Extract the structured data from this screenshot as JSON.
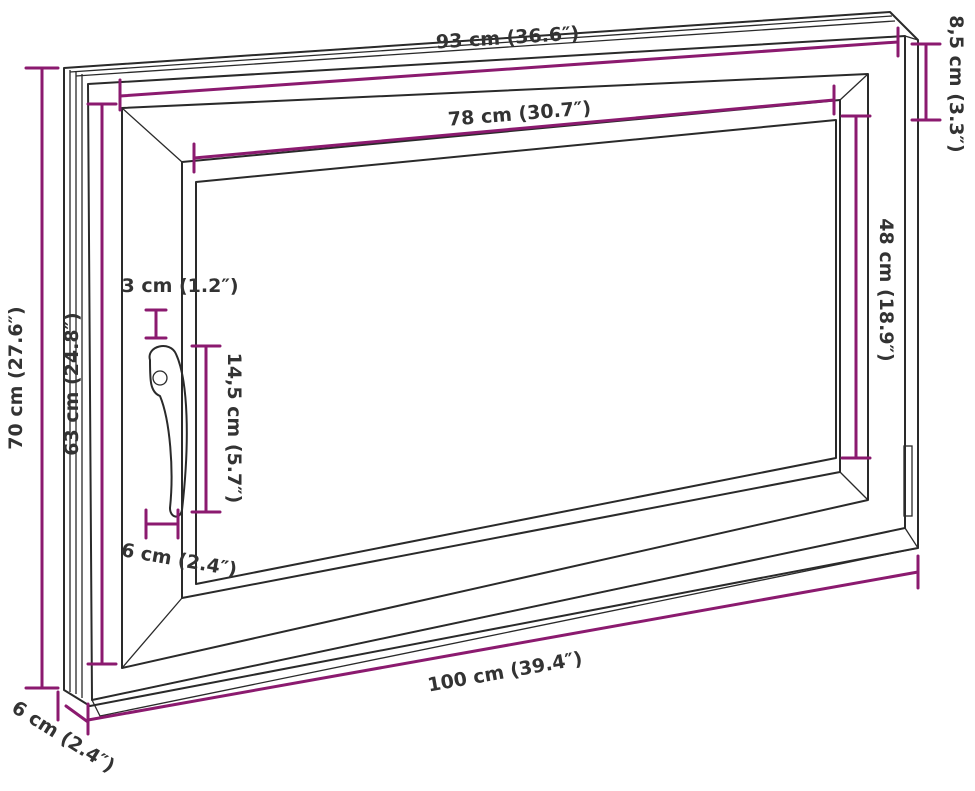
{
  "colors": {
    "dimension_line": "#8b1a6f",
    "outline": "#2a2a2a",
    "label_text": "#333333",
    "background": "#ffffff"
  },
  "labels": {
    "top_outer_width": "93 cm (36.6″)",
    "inner_glass_width": "78 cm (30.7″)",
    "frame_depth": "8,5 cm (3.3″)",
    "inner_glass_height": "48 cm (18.9″)",
    "outer_height": "70 cm (27.6″)",
    "sash_height": "63 cm (24.8″)",
    "handle_offset_top": "3 cm (1.2″)",
    "handle_length": "14,5 cm (5.7″)",
    "handle_offset_bottom": "6 cm (2.4″)",
    "bottom_width": "100 cm (39.4″)",
    "bottom_depth": "6 cm (2.4″)"
  }
}
